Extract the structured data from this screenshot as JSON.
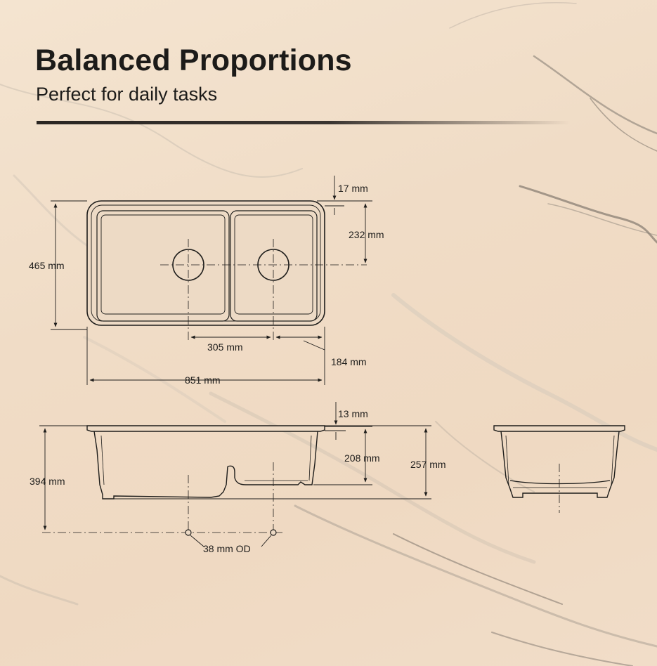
{
  "header": {
    "title": "Balanced Proportions",
    "subtitle": "Perfect for daily tasks"
  },
  "top_view": {
    "dim_rim": "17 mm",
    "dim_small_bowl": "232 mm",
    "dim_height": "465 mm",
    "dim_drain_spacing": "305 mm",
    "dim_offset": "184 mm",
    "dim_width": "851 mm"
  },
  "front_view": {
    "dim_flange": "13 mm",
    "dim_small_depth": "208 mm",
    "dim_large_depth": "257 mm",
    "dim_total_depth": "394 mm",
    "dim_drain_od": "38 mm OD"
  },
  "colors": {
    "ink": "#1e1d1b",
    "background": "#f2dfca",
    "marble_vein": "#8a8278"
  }
}
